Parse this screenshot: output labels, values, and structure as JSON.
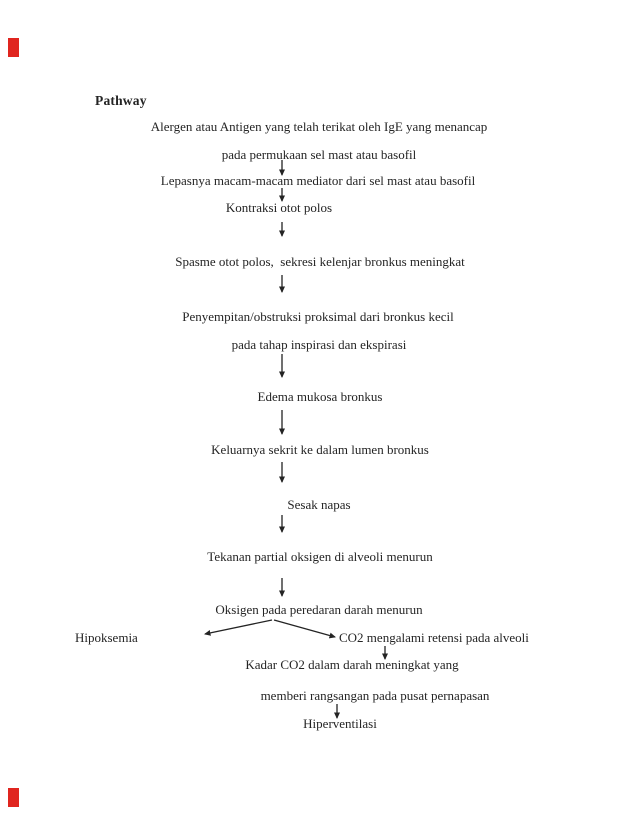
{
  "page": {
    "title": "Pathway"
  },
  "colors": {
    "background": "#ffffff",
    "text": "#242424",
    "corner_mark_red": "#e0251f"
  },
  "flowchart": {
    "nodes": [
      {
        "id": "alergen",
        "text": "Alergen atau Antigen yang telah terikat oleh IgE yang menancap"
      },
      {
        "id": "pada-permukaan",
        "text": "pada permukaan sel mast atau basofil"
      },
      {
        "id": "lepasnya",
        "text": "Lepasnya macam-macam mediator dari sel mast atau basofil"
      },
      {
        "id": "kontraksi",
        "text": "Kontraksi otot polos"
      },
      {
        "id": "spasme",
        "text": "Spasme otot polos,  sekresi kelenjar bronkus meningkat"
      },
      {
        "id": "penyempitan",
        "text": "Penyempitan/obstruksi proksimal dari bronkus kecil"
      },
      {
        "id": "pada-tahap",
        "text": "pada tahap inspirasi dan ekspirasi"
      },
      {
        "id": "edema",
        "text": "Edema mukosa bronkus"
      },
      {
        "id": "keluarnya",
        "text": "Keluarnya sekrit ke dalam lumen bronkus"
      },
      {
        "id": "sesak",
        "text": "Sesak napas"
      },
      {
        "id": "tekanan",
        "text": "Tekanan partial oksigen di alveoli menurun"
      },
      {
        "id": "oksigen",
        "text": "Oksigen pada peredaran darah menurun"
      },
      {
        "id": "hipoksemia",
        "text": "Hipoksemia"
      },
      {
        "id": "co2",
        "text": "CO2 mengalami retensi pada alveoli"
      },
      {
        "id": "kadar-co2",
        "text": "Kadar CO2 dalam darah meningkat yang"
      },
      {
        "id": "memberi",
        "text": "memberi rangsangan pada pusat pernapasan"
      },
      {
        "id": "hiperventilasi",
        "text": "Hiperventilasi"
      }
    ]
  }
}
